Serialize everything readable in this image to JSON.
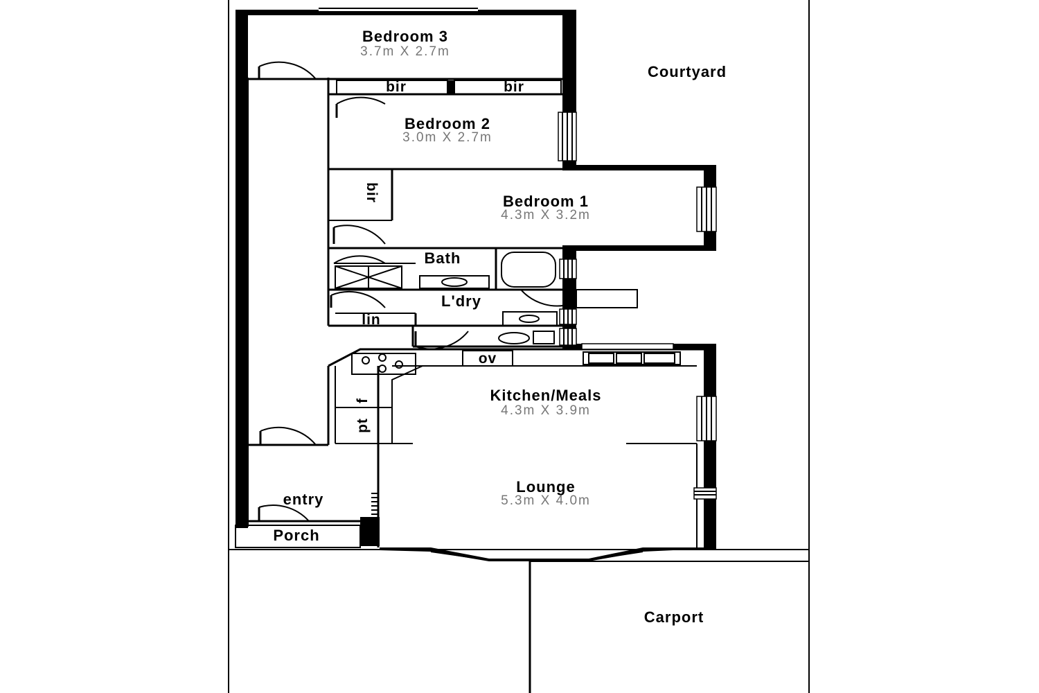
{
  "rooms": {
    "bedroom3": {
      "name": "Bedroom 3",
      "dim": "3.7m X 2.7m"
    },
    "bedroom2": {
      "name": "Bedroom 2",
      "dim": "3.0m X 2.7m"
    },
    "bedroom1": {
      "name": "Bedroom 1",
      "dim": "4.3m X 3.2m"
    },
    "kitchen": {
      "name": "Kitchen/Meals",
      "dim": "4.3m X 3.9m"
    },
    "lounge": {
      "name": "Lounge",
      "dim": "5.3m X 4.0m"
    },
    "bath": {
      "name": "Bath"
    },
    "laundry": {
      "name": "L'dry"
    },
    "entry": {
      "name": "entry"
    },
    "porch": {
      "name": "Porch"
    },
    "courtyard": {
      "name": "Courtyard"
    },
    "carport": {
      "name": "Carport"
    }
  },
  "fixtures": {
    "bir_a": "bir",
    "bir_b": "bir",
    "bir_c": "bir",
    "linen": "lin",
    "oven": "ov",
    "fridge": "f",
    "pantry": "pt"
  }
}
